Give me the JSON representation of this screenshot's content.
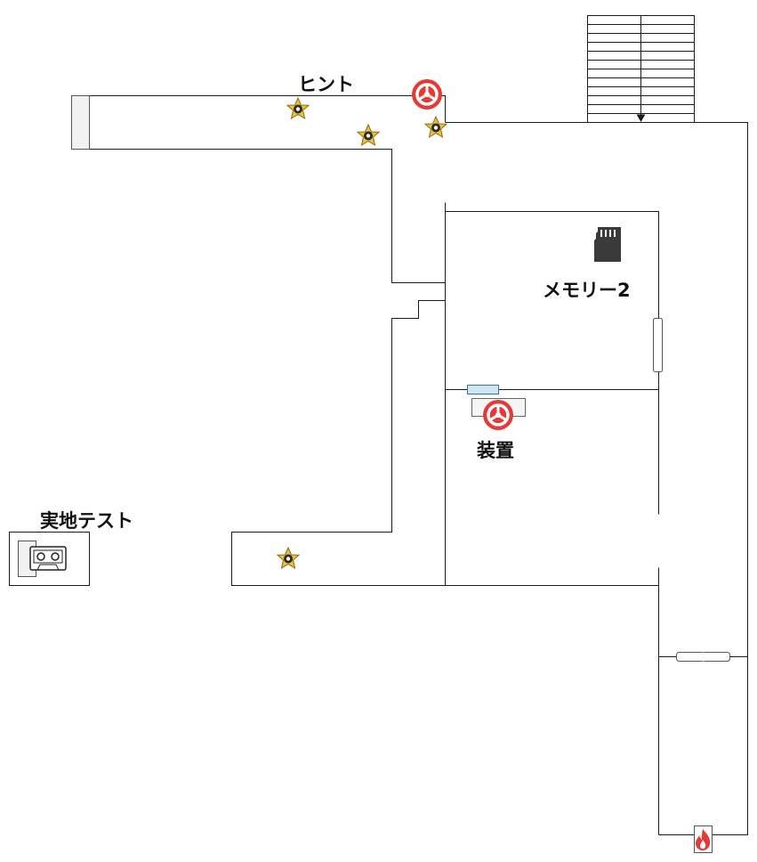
{
  "labels": {
    "hint": "ヒント",
    "memory": "メモリー2",
    "device": "装置",
    "field_test": "実地テスト"
  },
  "icons": {
    "star": "star-coin-icon",
    "wheel": "valve-wheel-icon",
    "memory_card": "sd-card-icon",
    "cassette": "cassette-tape-icon",
    "fire": "fire-icon",
    "stairs": "stairs-icon"
  },
  "colors": {
    "wall": "#1a1a1a",
    "wheel": "#e53935",
    "star_fill": "#e8c23a",
    "star_stroke": "#8a6d12",
    "door_blue": "#cfe6f7",
    "door_blue_stroke": "#3a6f95",
    "fire": "#e53935",
    "panel": "#f2f2f2",
    "card": "#3a3a3a"
  }
}
